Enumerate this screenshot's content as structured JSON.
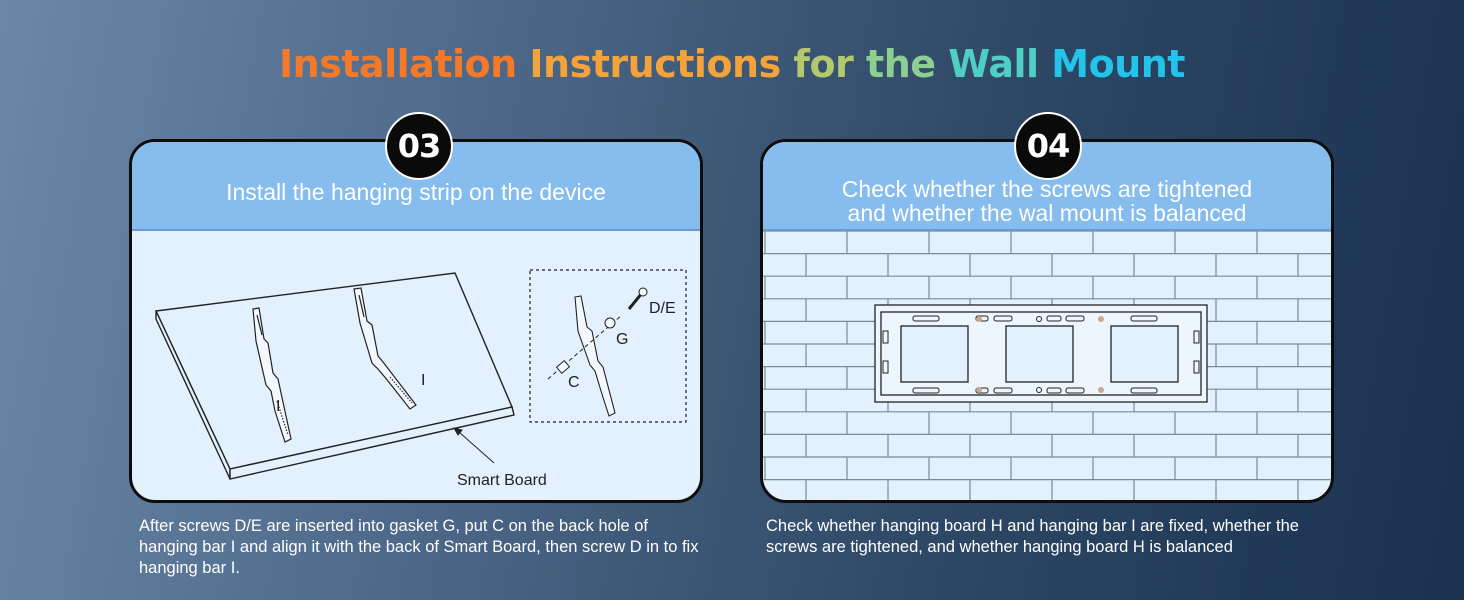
{
  "title": {
    "words": [
      {
        "text": "Installation",
        "color": "#f47a2a"
      },
      {
        "text": "Instructions",
        "color": "#f3a33a"
      },
      {
        "text": "for",
        "color": "#b5c86c"
      },
      {
        "text": "the",
        "color": "#8ccf90"
      },
      {
        "text": "Wall",
        "color": "#4fcfc4"
      },
      {
        "text": "Mount",
        "color": "#22c4ea"
      }
    ]
  },
  "steps": [
    {
      "number": "03",
      "header": "Install the hanging strip on the device",
      "labels": {
        "bar_left": "I",
        "bar_right": "I",
        "board": "Smart Board",
        "screw": "D/E",
        "gasket": "G",
        "cap": "C"
      },
      "caption": "After screws D/E are inserted into gasket G, put C on the back hole of hanging bar I and align it with the back of Smart Board, then screw D in to fix hanging bar I."
    },
    {
      "number": "04",
      "header_line1": "Check whether the screws are tightened",
      "header_line2": "and whether the wal mount is balanced",
      "caption": "Check whether hanging board H and hanging bar I are fixed, whether the screws are tightened, and whether hanging board H is balanced"
    }
  ],
  "colors": {
    "header_bg": "#86bcee",
    "body_bg": "#e2f1fd",
    "brick_line": "#7b8a98"
  }
}
